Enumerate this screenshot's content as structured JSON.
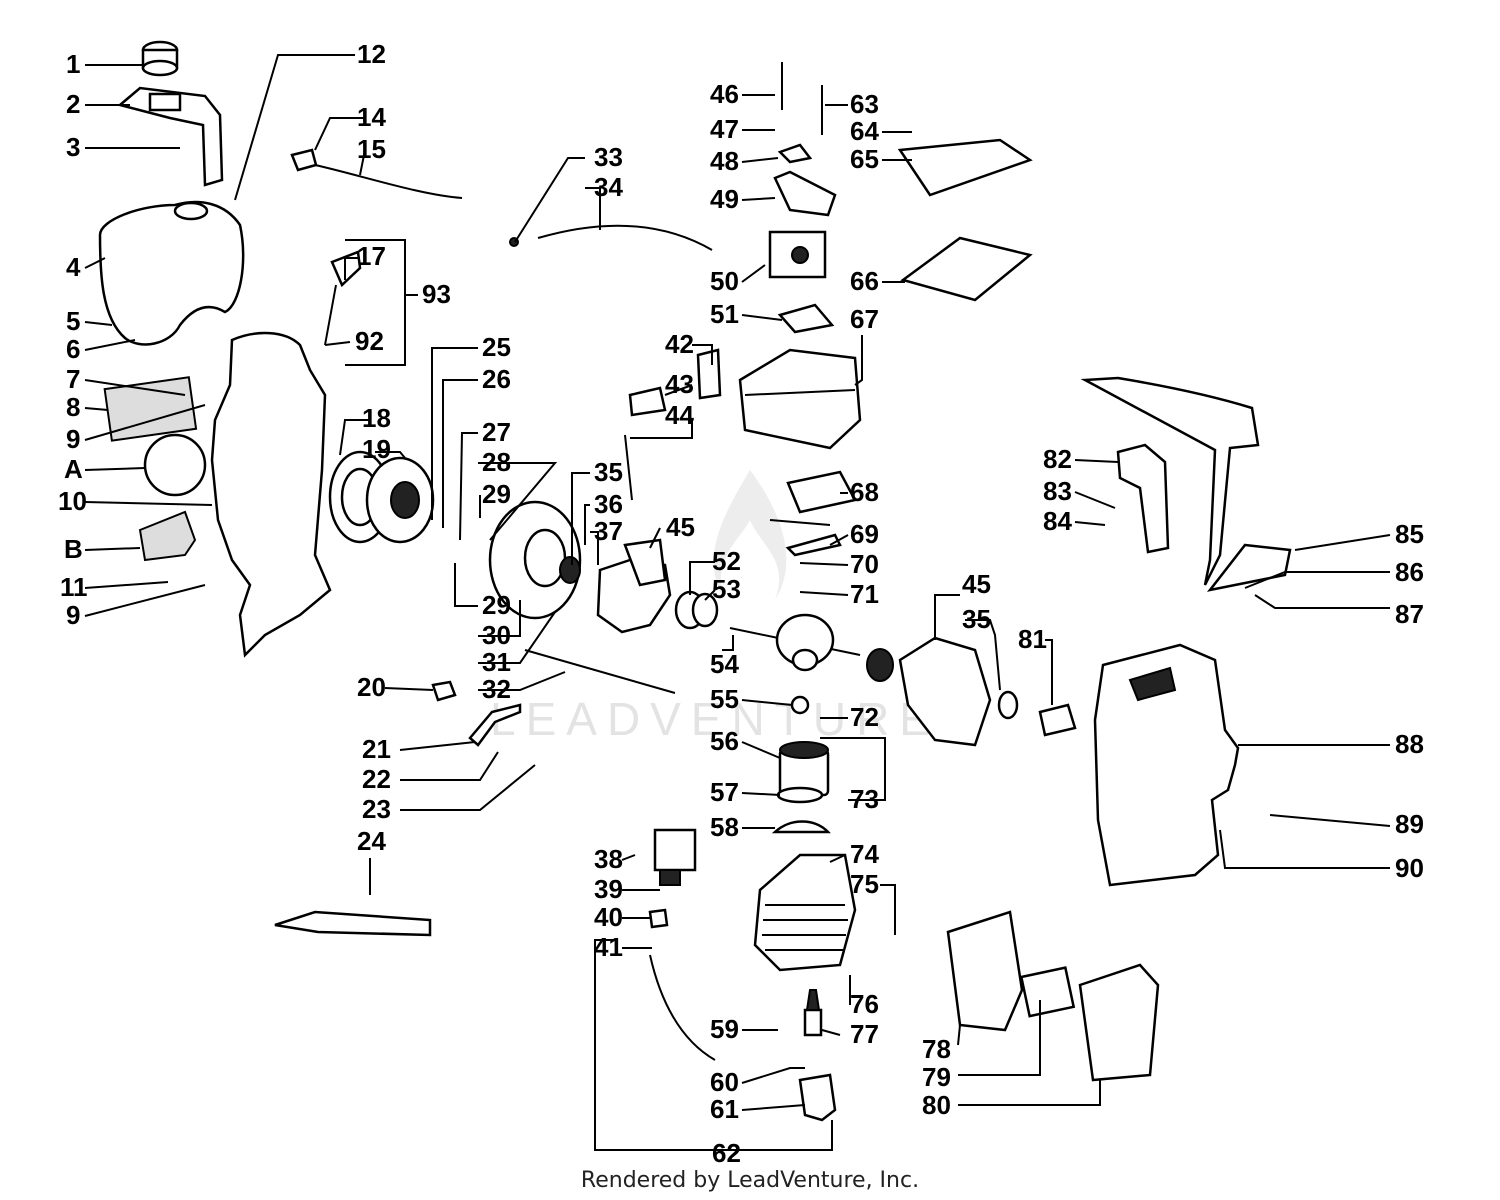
{
  "watermark": "LEADVENTURE",
  "footer": "Rendered by LeadVenture, Inc.",
  "callouts": [
    "1",
    "2",
    "3",
    "4",
    "5",
    "6",
    "7",
    "8",
    "9",
    "A",
    "10",
    "B",
    "11",
    "9",
    "12",
    "14",
    "15",
    "17",
    "92",
    "93",
    "18",
    "19",
    "25",
    "26",
    "27",
    "28",
    "29",
    "29",
    "30",
    "31",
    "32",
    "20",
    "21",
    "22",
    "23",
    "24",
    "33",
    "34",
    "35",
    "36",
    "37",
    "45",
    "52",
    "53",
    "42",
    "43",
    "44",
    "46",
    "47",
    "48",
    "49",
    "50",
    "51",
    "63",
    "64",
    "65",
    "66",
    "67",
    "68",
    "69",
    "70",
    "71",
    "54",
    "55",
    "56",
    "57",
    "58",
    "72",
    "73",
    "74",
    "75",
    "76",
    "77",
    "59",
    "60",
    "61",
    "62",
    "38",
    "39",
    "40",
    "41",
    "45",
    "35",
    "81",
    "82",
    "83",
    "84",
    "85",
    "86",
    "87",
    "88",
    "89",
    "90",
    "78",
    "79",
    "80"
  ]
}
